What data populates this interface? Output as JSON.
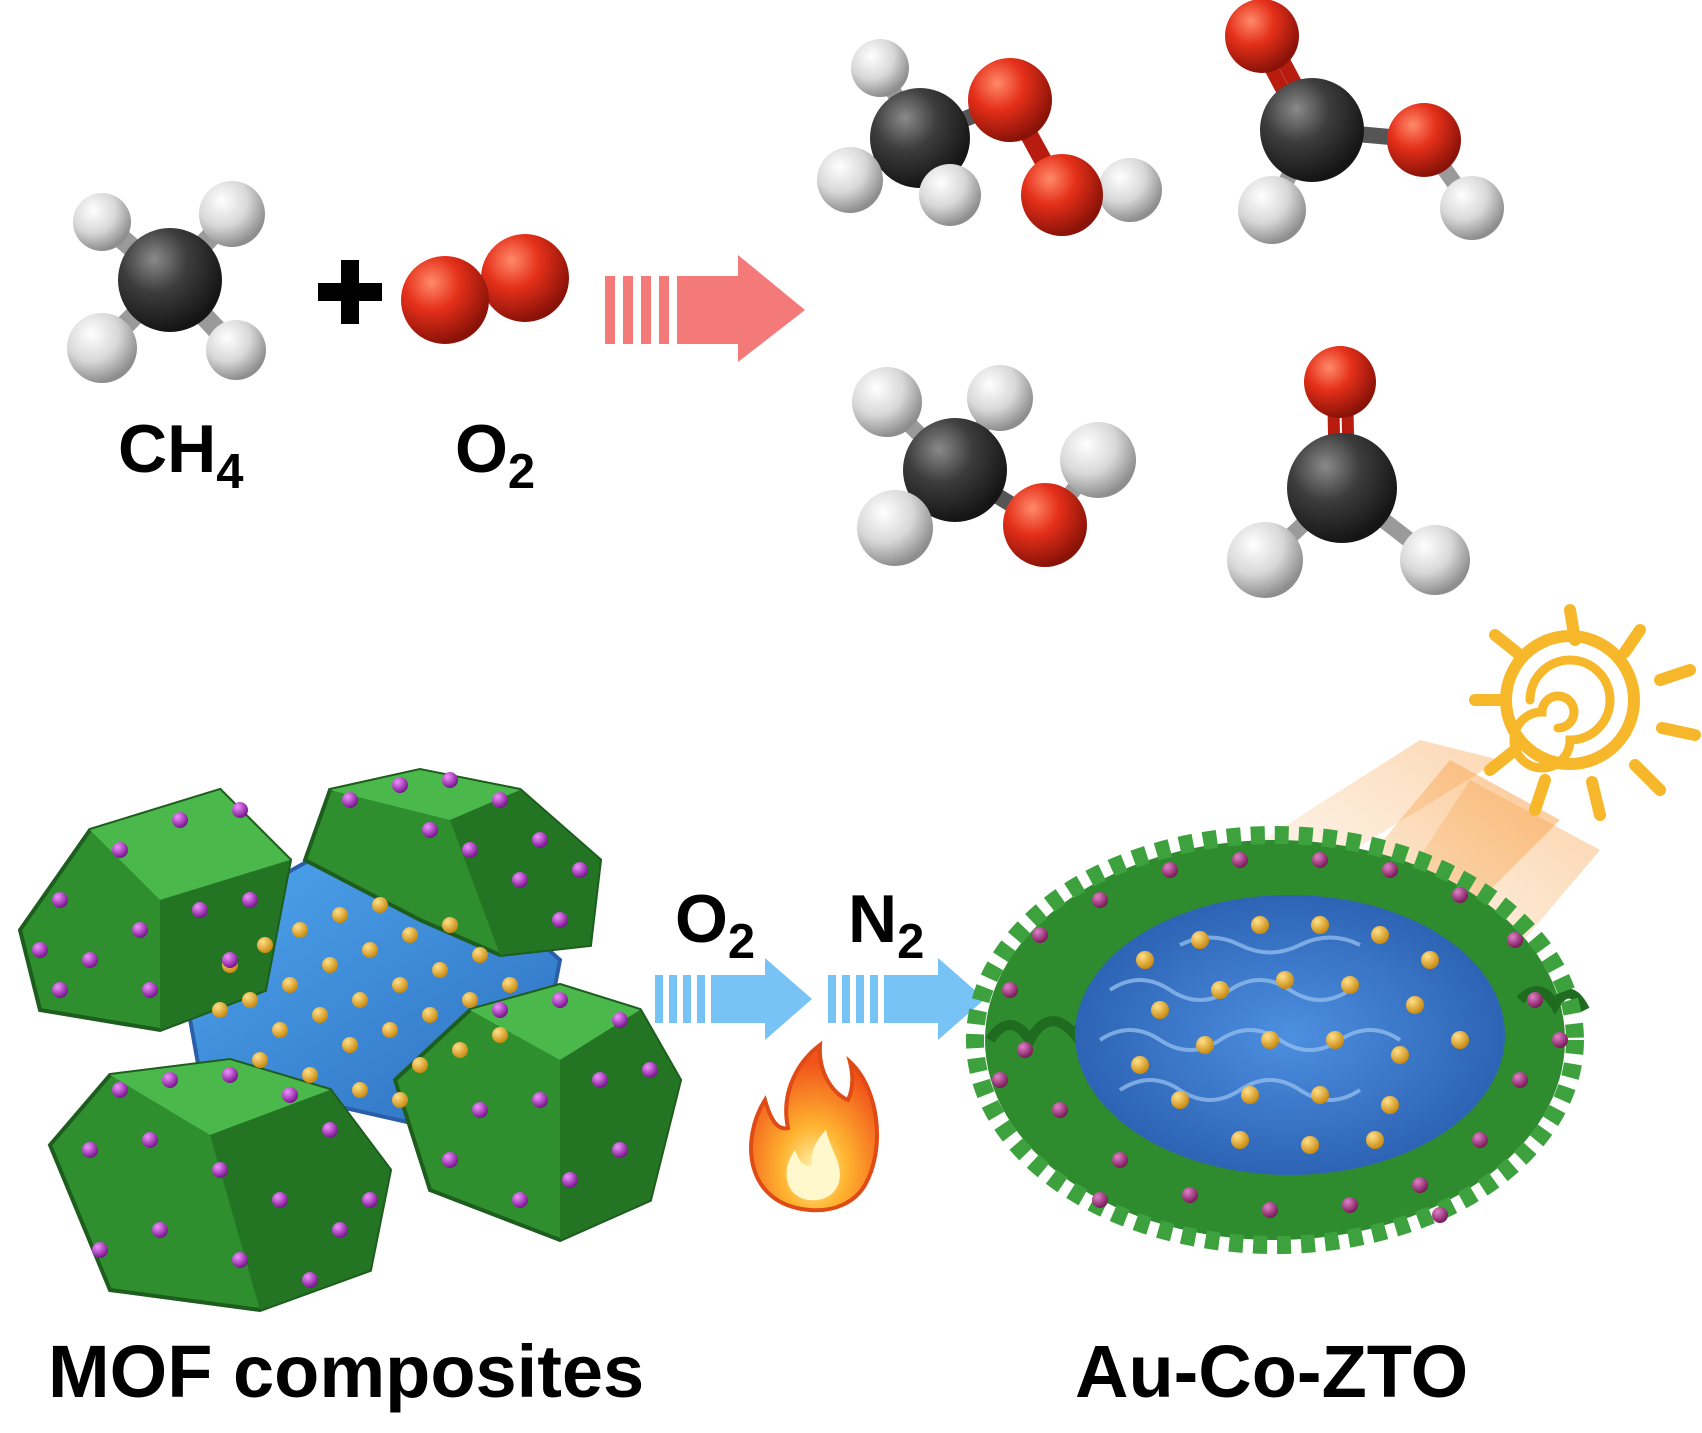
{
  "reactants": {
    "methane": {
      "base": "CH",
      "sub": "4"
    },
    "oxygen": {
      "base": "O",
      "sub": "2"
    }
  },
  "process": {
    "step1": {
      "base": "O",
      "sub": "2"
    },
    "step2": {
      "base": "N",
      "sub": "2"
    }
  },
  "materials": {
    "precursor_label": "MOF composites",
    "product_label": "Au-Co-ZTO"
  },
  "colors": {
    "carbon": "#3b3b3b",
    "hydrogen": "#d9d9d9",
    "oxygen": "#e0321e",
    "reaction_arrow": "#f47a7a",
    "process_arrow": "#78c3f5",
    "mof_green": "#2e8b2e",
    "substrate_blue": "#3f8fd8",
    "au_particle": "#e8ad2a",
    "co_particle": "#b02fc0",
    "sun": "#f6b82a",
    "flame": "#f57a1d"
  }
}
